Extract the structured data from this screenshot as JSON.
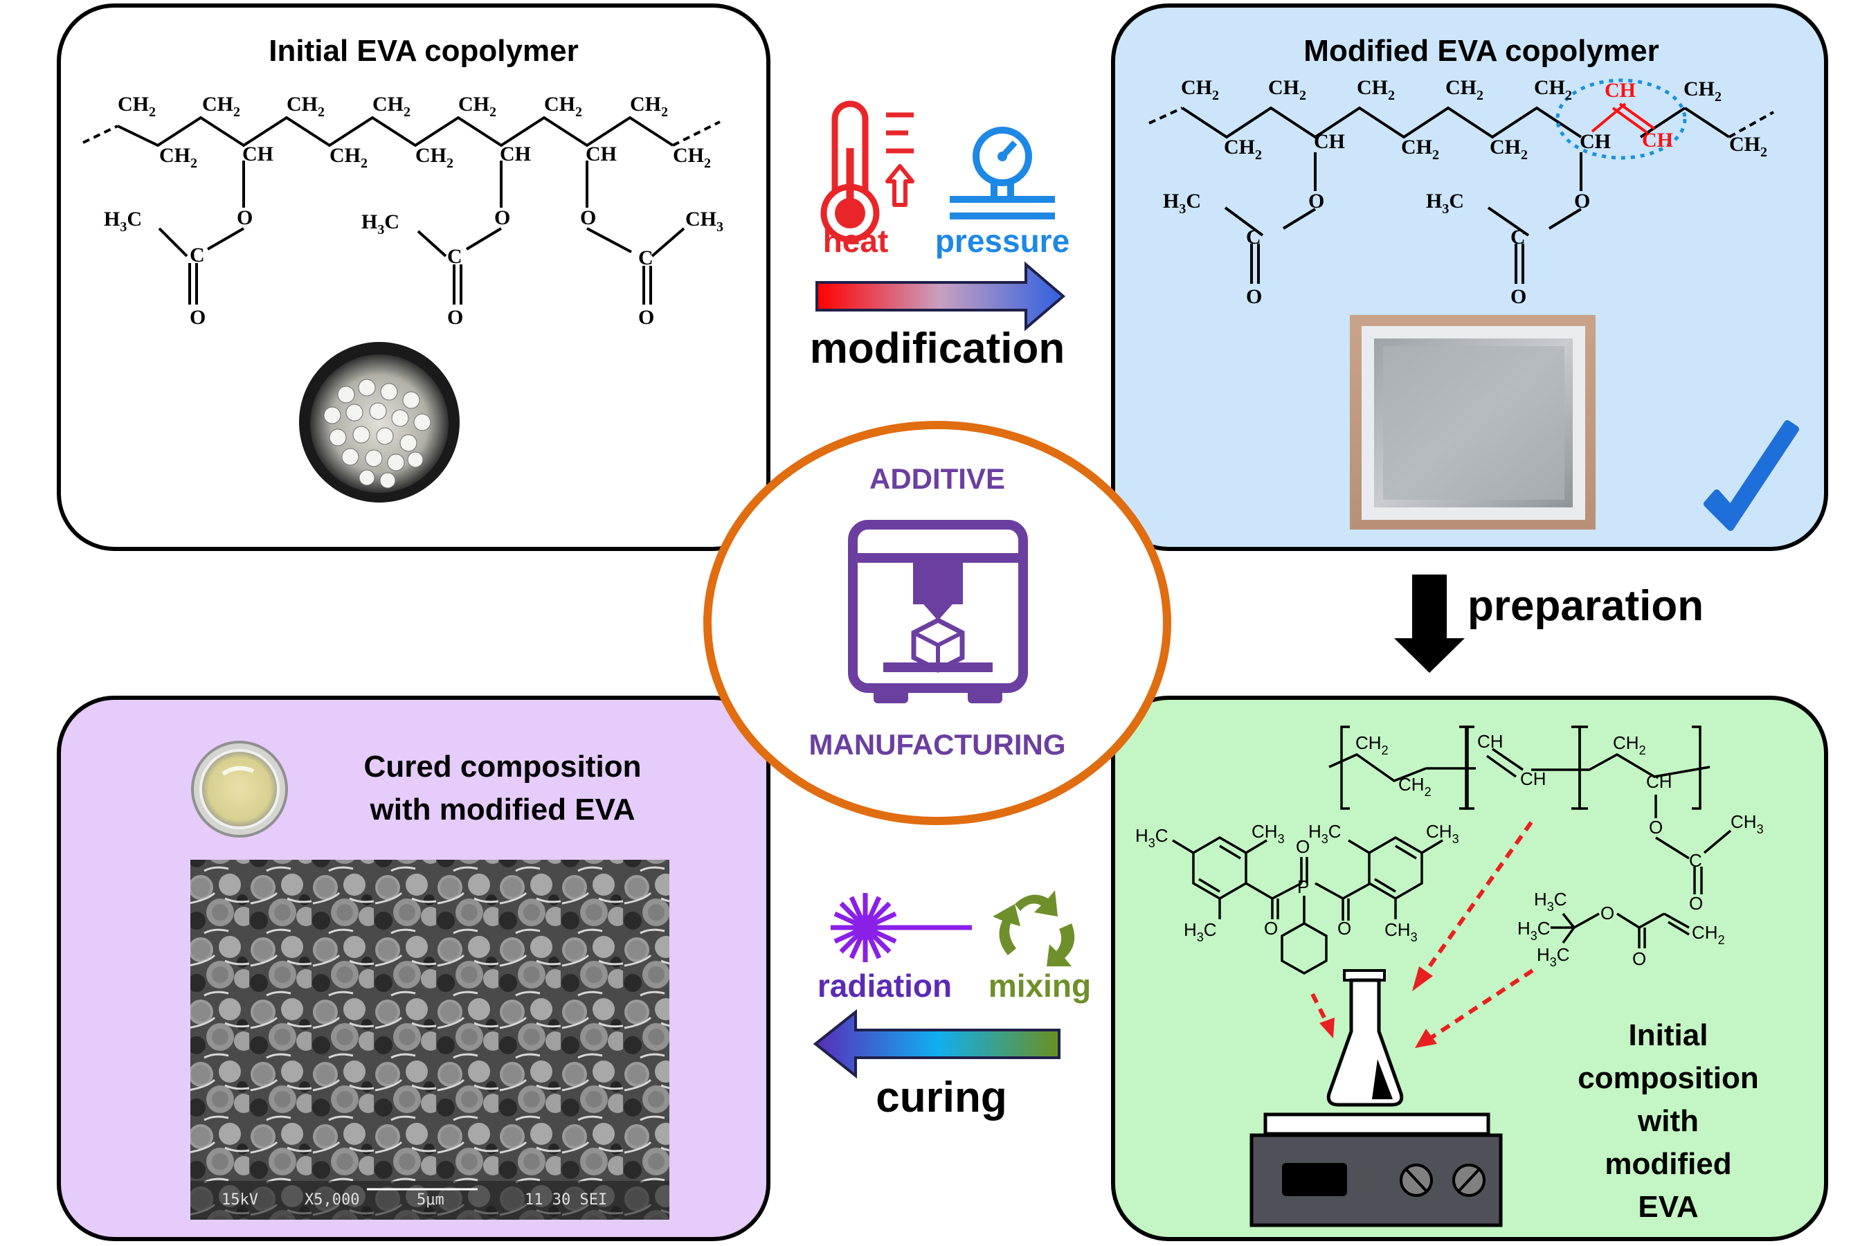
{
  "panels": {
    "initial_eva": {
      "title": "Initial EVA copolymer",
      "bg": "#ffffff"
    },
    "modified_eva": {
      "title": "Modified EVA copolymer",
      "bg": "#cce5fa"
    },
    "initial_composition": {
      "title_lines": [
        "Initial",
        "composition",
        "with",
        "modified",
        "EVA"
      ],
      "bg": "#c4f5c4"
    },
    "cured": {
      "title_lines": [
        "Cured composition",
        "with modified EVA"
      ],
      "bg": "#e5ccfa"
    }
  },
  "center": {
    "top_label": "ADDITIVE",
    "bottom_label": "MANUFACTURING",
    "ring_color": "#e06d10",
    "icon_color": "#6b3fa0"
  },
  "arrows": {
    "modification": {
      "label": "modification",
      "heat_label": "heat",
      "pressure_label": "pressure"
    },
    "preparation": {
      "label": "preparation"
    },
    "curing": {
      "label": "curing",
      "radiation_label": "radiation",
      "mixing_label": "mixing"
    }
  },
  "chem": {
    "ch2": "CH",
    "sub2": "2",
    "ch": "CH",
    "o": "O",
    "c": "C",
    "h3c": "H",
    "h3c_c": "C",
    "sub3": "3",
    "ch3": "CH",
    "p": "P"
  },
  "sem": {
    "info": [
      "15kV",
      "X5,000",
      "5μm",
      "11 30 SEI"
    ]
  },
  "colors": {
    "heat": "#e8262a",
    "pressure": "#1e88e5",
    "radiation": "#5b2bb5",
    "mixing": "#6e8f2a",
    "check": "#1e6fd9",
    "dashed": "#e82020",
    "double_bond": "#ff1010"
  }
}
